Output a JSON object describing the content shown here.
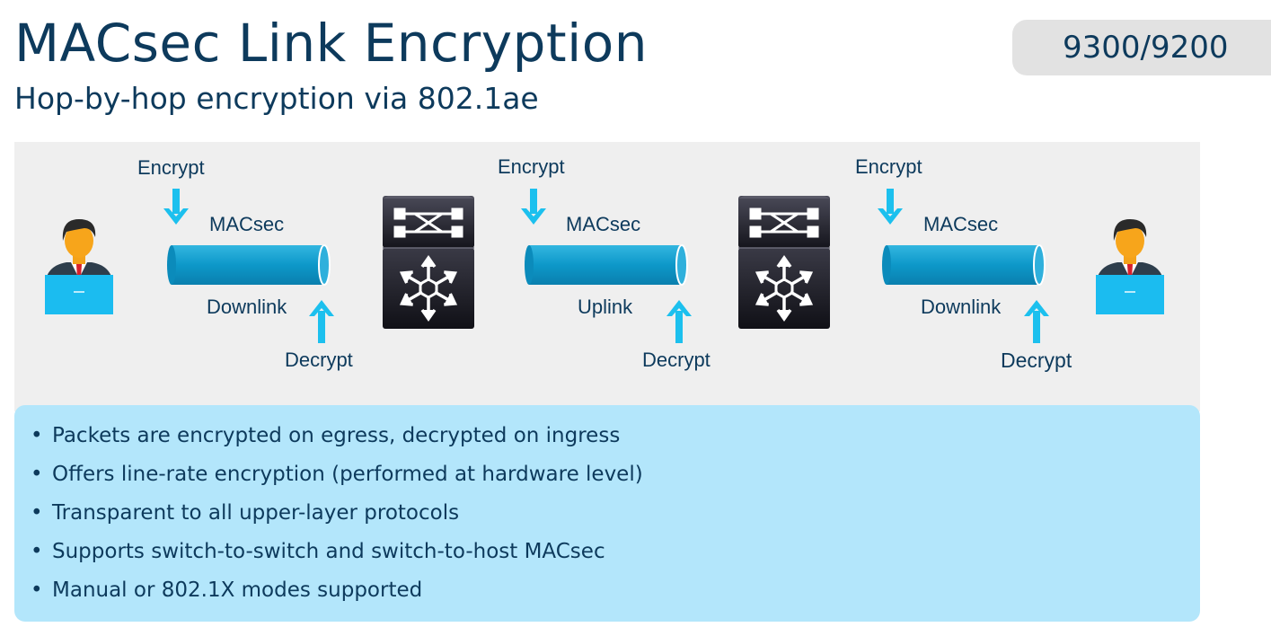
{
  "header": {
    "title": "MACsec Link Encryption",
    "subtitle": "Hop-by-hop encryption via 802.1ae",
    "badge": "9300/9200"
  },
  "diagram": {
    "links": [
      {
        "encrypt": "Encrypt",
        "protocol": "MACsec",
        "link": "Downlink",
        "decrypt": "Decrypt"
      },
      {
        "encrypt": "Encrypt",
        "protocol": "MACsec",
        "link": "Uplink",
        "decrypt": "Decrypt"
      },
      {
        "encrypt": "Encrypt",
        "protocol": "MACsec",
        "link": "Downlink",
        "decrypt": "Decrypt"
      }
    ],
    "icons": [
      "user-laptop-icon",
      "switch-icon",
      "switch-icon",
      "user-laptop-icon"
    ],
    "colors": {
      "tunnel": "#0d98c9",
      "arrow": "#1cc0ee",
      "text": "#0d3a5c",
      "panel": "#efefef",
      "bullet_box": "#b3e6fb"
    }
  },
  "bullets": [
    "Packets are encrypted on egress, decrypted on ingress",
    "Offers line-rate encryption (performed at hardware level)",
    "Transparent to all upper-layer protocols",
    "Supports switch-to-switch and switch-to-host MACsec",
    "Manual or 802.1X modes supported"
  ]
}
